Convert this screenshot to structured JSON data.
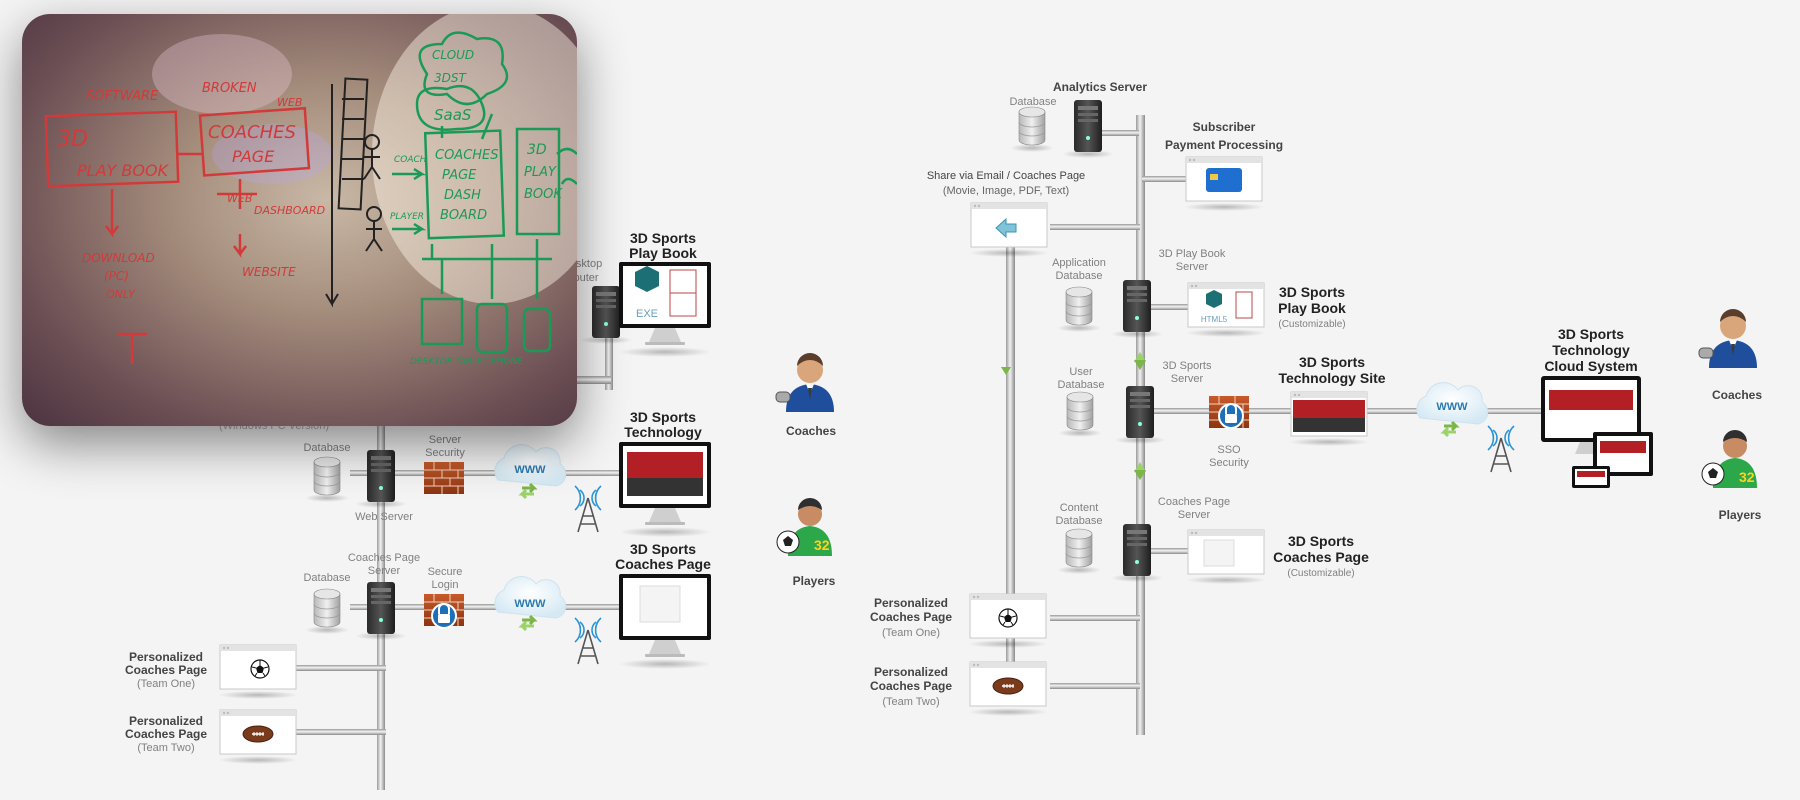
{
  "left_diagram": {
    "desktop": {
      "label_line1": "esktop",
      "label_line2": "puter",
      "title_line1": "3D Sports",
      "title_line2": "Play Book",
      "exe_label": "EXE",
      "version_note": "(Windows PC Version)"
    },
    "web": {
      "database": "Database",
      "security_line1": "Server",
      "security_line2": "Security",
      "www": "WWW",
      "server": "Web Server",
      "title_line1": "3D Sports",
      "title_line2": "Technology"
    },
    "coaches_page": {
      "server_line1": "Coaches Page",
      "server_line2": "Server",
      "database": "Database",
      "login_line1": "Secure",
      "login_line2": "Login",
      "www": "WWW",
      "title_line1": "3D Sports",
      "title_line2": "Coaches Page"
    },
    "personalized": [
      {
        "line1": "Personalized",
        "line2": "Coaches Page",
        "team": "(Team One)",
        "icon": "soccer-ball-icon"
      },
      {
        "line1": "Personalized",
        "line2": "Coaches Page",
        "team": "(Team Two)",
        "icon": "football-icon"
      }
    ],
    "roles": {
      "coaches": "Coaches",
      "players": "Players"
    }
  },
  "right_diagram": {
    "analytics": {
      "title": "Analytics Server",
      "database": "Database"
    },
    "subscriber": {
      "line1": "Subscriber",
      "line2": "Payment Processing"
    },
    "share": {
      "line1": "Share via Email / Coaches Page",
      "line2": "(Movie, Image, PDF, Text)"
    },
    "playbook_server": {
      "line1": "3D Play Book",
      "line2": "Server",
      "db_line1": "Application",
      "db_line2": "Database",
      "html5": "HTML5"
    },
    "playbook": {
      "line1": "3D Sports",
      "line2": "Play Book",
      "note": "(Customizable)"
    },
    "sports_server": {
      "line1": "3D Sports",
      "line2": "Server",
      "db_line1": "User",
      "db_line2": "Database"
    },
    "sso": {
      "line1": "SSO",
      "line2": "Security"
    },
    "tech_site": {
      "line1": "3D Sports",
      "line2": "Technology Site"
    },
    "www": "WWW",
    "cloud_system": {
      "line1": "3D Sports",
      "line2": "Technology",
      "line3": "Cloud System"
    },
    "coaches_server": {
      "line1": "Coaches Page",
      "line2": "Server",
      "db_line1": "Content",
      "db_line2": "Database"
    },
    "coaches_page": {
      "line1": "3D Sports",
      "line2": "Coaches Page",
      "note": "(Customizable)"
    },
    "personalized": [
      {
        "line1": "Personalized",
        "line2": "Coaches Page",
        "team": "(Team One)",
        "icon": "soccer-ball-icon"
      },
      {
        "line1": "Personalized",
        "line2": "Coaches Page",
        "team": "(Team Two)",
        "icon": "football-icon"
      }
    ],
    "roles": {
      "coaches": "Coaches",
      "players": "Players"
    }
  },
  "whiteboard": {
    "software": "SOFTWARE",
    "box1_line1": "3D",
    "box1_line2": "PLAY BOOK",
    "broken": "BROKEN",
    "web": "WEB",
    "box2_line1": "COACHES",
    "box2_line2": "PAGE",
    "web_dashboard_line1": "WEB",
    "web_dashboard_line2": "DASHBOARD",
    "download_line1": "DOWNLOAD",
    "download_line2": "(PC)",
    "download_line3": "ONLY",
    "website": "WEBSITE",
    "cloud_line1": "CLOUD",
    "cloud_line2": "3DST",
    "saas": "SaaS",
    "coach": "COACH",
    "player": "PLAYER",
    "box3_line1": "COACHES",
    "box3_line2": "PAGE",
    "box3_line3": "DASH",
    "box3_line4": "BOARD",
    "box4_line1": "3D",
    "box4_line2": "PLAY",
    "box4_line3": "BOOK",
    "devices": "DESKTOP  TABLET  PHONE"
  }
}
